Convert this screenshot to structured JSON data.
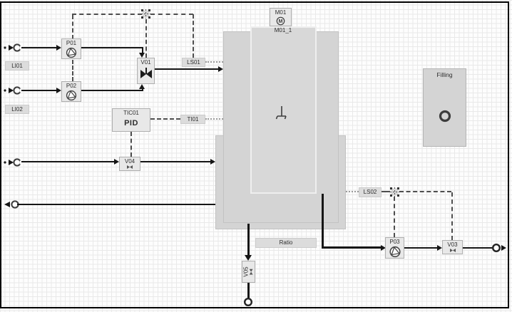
{
  "labels": {
    "li01": "LI01",
    "li02": "LI02",
    "p01": "P01",
    "p02": "P02",
    "p03": "P03",
    "v01": "V01",
    "v03": "V03",
    "v04": "V04",
    "v05": "V05",
    "ls01": "LS01",
    "ls02": "LS02",
    "ti01": "TI01",
    "tic01": "TIC01",
    "pid": "PID",
    "m01": "M01",
    "m01_motor_letter": "M",
    "m01_vessel": "M01_1",
    "ratio": "Ratio",
    "filling": "Filling"
  },
  "colors": {
    "canvas-bg": "#fdfdfd",
    "grid-line": "#e9e9e9",
    "frame": "#000000",
    "pipe": "#161616",
    "signal": "#4d4d4d",
    "dot-line": "#9a9a9a",
    "tank-fill": "#d4d4d4",
    "tank-border": "#c2c2c2",
    "vessel-fill": "#d8d8d8",
    "vessel-border": "#efefef",
    "equip-fill": "#e8e8e8",
    "equip-border": "#aeaeae",
    "tag-fill": "#dcdcdc",
    "tag-border": "#cbcbcb",
    "panel-fill": "#d4d4d4",
    "panel-border": "#b4b4b4",
    "symbol": "#3c3c3c",
    "text": "#2e2e2e"
  }
}
